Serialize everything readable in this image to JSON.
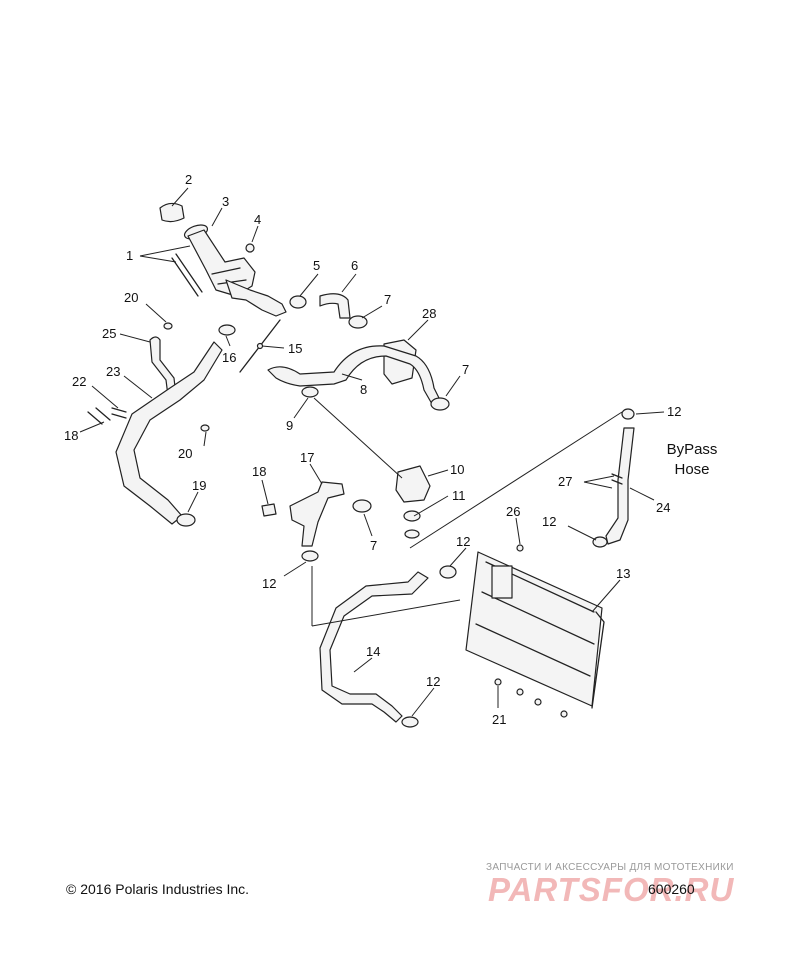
{
  "callouts": [
    {
      "id": "c1",
      "text": "1"
    },
    {
      "id": "c2",
      "text": "2"
    },
    {
      "id": "c3",
      "text": "3"
    },
    {
      "id": "c4",
      "text": "4"
    },
    {
      "id": "c5",
      "text": "5"
    },
    {
      "id": "c6",
      "text": "6"
    },
    {
      "id": "c7a",
      "text": "7"
    },
    {
      "id": "c28",
      "text": "28"
    },
    {
      "id": "c20a",
      "text": "20"
    },
    {
      "id": "c25",
      "text": "25"
    },
    {
      "id": "c16",
      "text": "16"
    },
    {
      "id": "c15",
      "text": "15"
    },
    {
      "id": "c7b",
      "text": "7"
    },
    {
      "id": "c8",
      "text": "8"
    },
    {
      "id": "c22",
      "text": "22"
    },
    {
      "id": "c23",
      "text": "23"
    },
    {
      "id": "c9",
      "text": "9"
    },
    {
      "id": "c18a",
      "text": "18"
    },
    {
      "id": "c20b",
      "text": "20"
    },
    {
      "id": "c12a",
      "text": "12"
    },
    {
      "id": "c10",
      "text": "10"
    },
    {
      "id": "c18b",
      "text": "18"
    },
    {
      "id": "c17",
      "text": "17"
    },
    {
      "id": "c19",
      "text": "19"
    },
    {
      "id": "c11",
      "text": "11"
    },
    {
      "id": "c27",
      "text": "27"
    },
    {
      "id": "c24",
      "text": "24"
    },
    {
      "id": "c26",
      "text": "26"
    },
    {
      "id": "c12b",
      "text": "12"
    },
    {
      "id": "c7c",
      "text": "7"
    },
    {
      "id": "c12c",
      "text": "12"
    },
    {
      "id": "c12d",
      "text": "12"
    },
    {
      "id": "c13",
      "text": "13"
    },
    {
      "id": "c14",
      "text": "14"
    },
    {
      "id": "c12e",
      "text": "12"
    },
    {
      "id": "c21",
      "text": "21"
    }
  ],
  "bypass_note": {
    "line1": "ByPass",
    "line2": "Hose"
  },
  "footer": {
    "copyright": "© 2016 Polaris Industries Inc.",
    "drawing_number": "600260"
  },
  "watermark": {
    "tagline": "ЗАПЧАСТИ И АКСЕССУАРЫ ДЛЯ МОТОТЕХНИКИ",
    "brand": "PARTSFOR.RU"
  }
}
